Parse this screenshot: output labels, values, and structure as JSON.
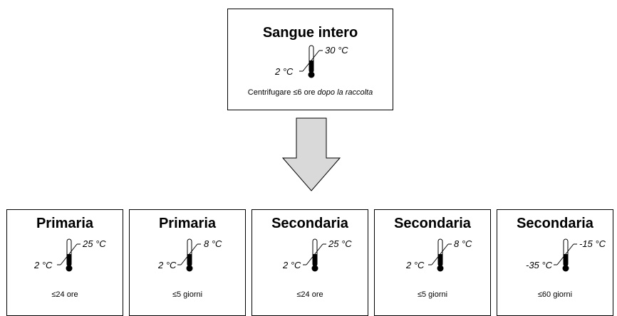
{
  "main_box": {
    "title": "Sangue intero",
    "max_temp": "30 °C",
    "min_temp": "2 °C",
    "note": "Centrifugare ≤6 ore",
    "note_emphasis": "dopo la raccolta"
  },
  "storage_boxes": [
    {
      "title": "Primaria",
      "max_temp": "25 °C",
      "min_temp": "2 °C",
      "duration": "≤24 ore"
    },
    {
      "title": "Primaria",
      "max_temp": "8 °C",
      "min_temp": "2 °C",
      "duration": "≤5 giorni"
    },
    {
      "title": "Secondaria",
      "max_temp": "25 °C",
      "min_temp": "2 °C",
      "duration": "≤24 ore"
    },
    {
      "title": "Secondaria",
      "max_temp": "8 °C",
      "min_temp": "2 °C",
      "duration": "≤5 giorni"
    },
    {
      "title": "Secondaria",
      "max_temp": "-15 °C",
      "min_temp": "-35 °C",
      "duration": "≤60 giorni"
    }
  ],
  "colors": {
    "arrow_fill": "#d9d9d9",
    "stroke": "#000000"
  }
}
